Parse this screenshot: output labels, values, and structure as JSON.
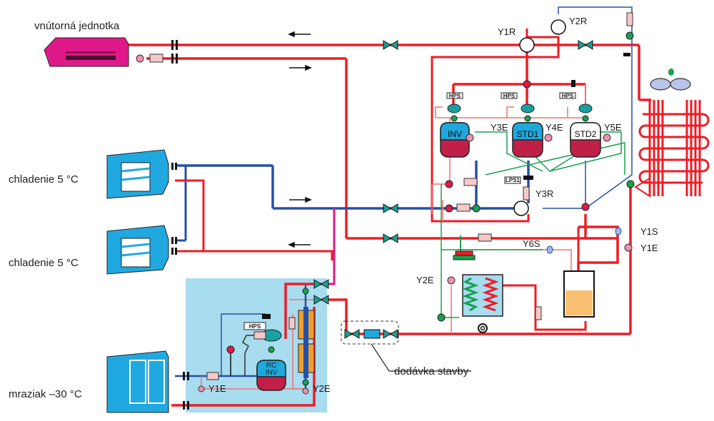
{
  "diagram": {
    "title": "",
    "units": {
      "indoor_unit": "vnútorná jednotka",
      "cooling_1": "chladenie 5 °C",
      "cooling_2": "chladenie 5 °C",
      "freezer": "mraziak –30 °C"
    },
    "compressors": {
      "inv": "INV",
      "std1": "STD1",
      "std2": "STD2",
      "rc_inv_line1": "RC",
      "rc_inv_line2": "INV"
    },
    "pressure_switches": {
      "hps": "HPS",
      "lps": "LPS1"
    },
    "valve_labels": {
      "y1r": "Y1R",
      "y2r": "Y2R",
      "y3r": "Y3R",
      "y3e": "Y3E",
      "y4e": "Y4E",
      "y5e": "Y5E",
      "y1s": "Y1S",
      "y1e": "Y1E",
      "y6s": "Y6S",
      "y2e": "Y2E",
      "booster_y1e": "Y1E",
      "booster_y2e": "Y2E"
    },
    "annotation": "dodávka stavby",
    "colors": {
      "high_pressure": "#ee1c25",
      "low_pressure": "#2550a8",
      "oil_line": "#1aa050",
      "freezer_link": "#e0198a",
      "booster_box": "#a8dcef",
      "compressor_top": "#1ea8dc",
      "compressor_bottom": "#c02048",
      "receiver_liquid": "#f8c070",
      "indoor_unit": "#e0198a",
      "cabinet": "#20a8e0"
    }
  }
}
